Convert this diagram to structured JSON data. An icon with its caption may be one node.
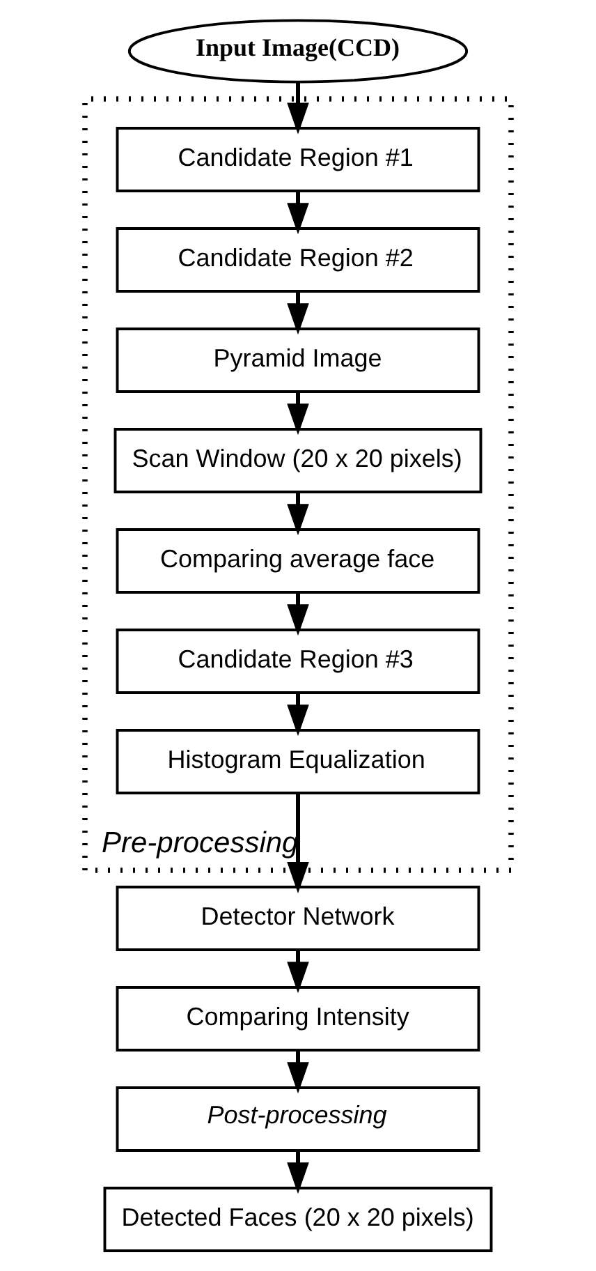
{
  "diagram": {
    "nodes": [
      {
        "text": [
          "Input Image(CCD)"
        ]
      },
      {
        "text": [
          "Pre-processing"
        ]
      },
      {
        "text": [
          "Candidate Region #1"
        ],
        "in": 1
      },
      {
        "text": [
          "Candidate Region #2"
        ],
        "in": 1
      },
      {
        "text": [
          "Pyramid Image"
        ],
        "in": 1
      },
      {
        "text": [
          "Scan Window (20 x 20 pixels)"
        ],
        "in": 1
      },
      {
        "text": [
          "Comparing average face"
        ],
        "in": 1
      },
      {
        "text": [
          "Candidate Region #3"
        ],
        "in": 1
      },
      {
        "text": [
          "Histogram Equalization"
        ],
        "in": 1
      },
      {
        "text": [
          "Detector Network"
        ]
      },
      {
        "text": [
          "Comparing Intensity"
        ]
      },
      {
        "text": [
          "Post-processing"
        ]
      },
      {
        "text": [
          "Detected Faces (20 x 20 pixels)"
        ]
      }
    ],
    "edges": [
      {
        "from": 0,
        "to": 2,
        "arrow": "to"
      },
      {
        "from": 2,
        "to": 3,
        "arrow": "to"
      },
      {
        "from": 3,
        "to": 4,
        "arrow": "to"
      },
      {
        "from": 4,
        "to": 5,
        "arrow": "to"
      },
      {
        "from": 5,
        "to": 6,
        "arrow": "to"
      },
      {
        "from": 6,
        "to": 7,
        "arrow": "to"
      },
      {
        "from": 7,
        "to": 8,
        "arrow": "to"
      },
      {
        "from": 8,
        "to": 9,
        "arrow": "to"
      },
      {
        "from": 9,
        "to": 10,
        "arrow": "to"
      },
      {
        "from": 10,
        "to": 11,
        "arrow": "to"
      },
      {
        "from": 11,
        "to": 12,
        "arrow": "to"
      }
    ]
  }
}
